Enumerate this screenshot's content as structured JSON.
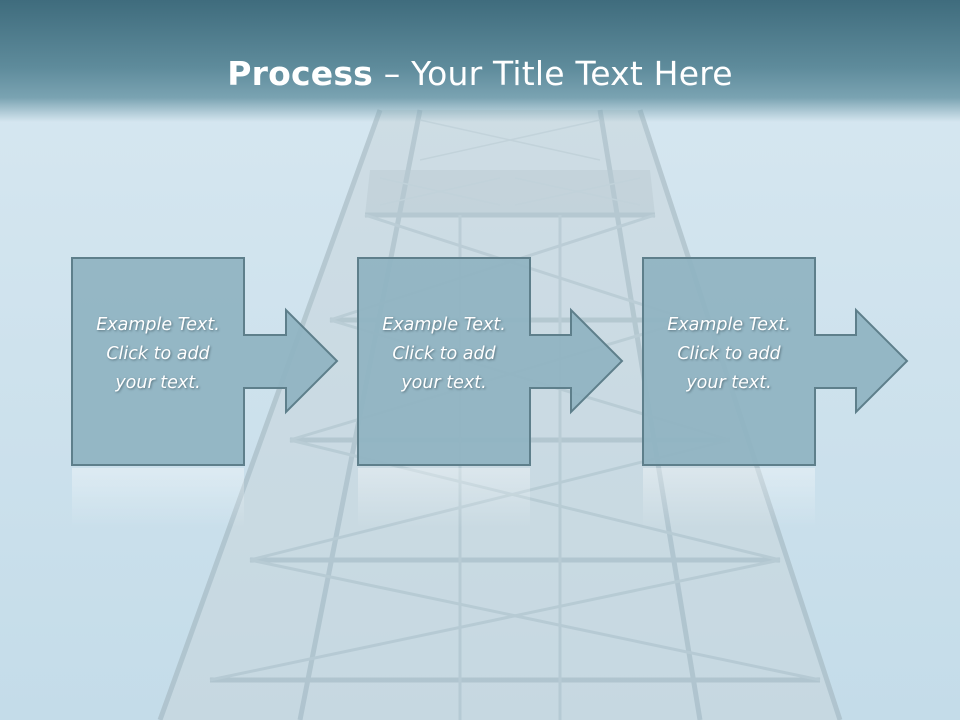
{
  "title": {
    "bold": "Process",
    "rest": " – Your Title Text Here"
  },
  "steps": [
    {
      "text": "Example Text.\nClick  to add\nyour text."
    },
    {
      "text": "Example Text.\nClick  to add\nyour text."
    },
    {
      "text": "Example Text.\nClick  to add\nyour text."
    }
  ],
  "colors": {
    "box_fill": "#8fb3c1",
    "box_stroke": "#5e7f8b",
    "header": "#4f7c8c"
  }
}
